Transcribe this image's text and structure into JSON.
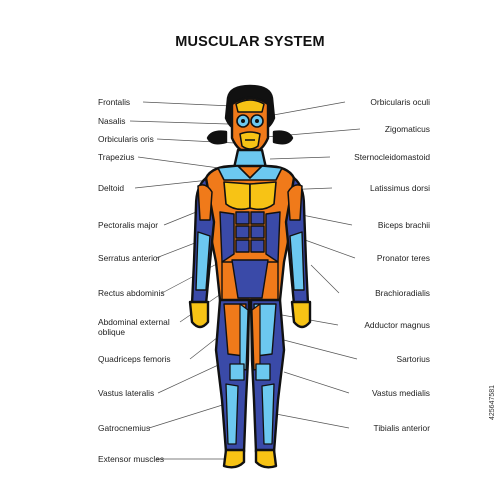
{
  "title": "MUSCULAR SYSTEM",
  "left_labels": [
    {
      "text": "Frontalis"
    },
    {
      "text": "Nasalis"
    },
    {
      "text": "Orbicularis oris"
    },
    {
      "text": "Trapezius"
    },
    {
      "text": "Deltoid"
    },
    {
      "text": "Pectoralis major"
    },
    {
      "text": "Serratus anterior"
    },
    {
      "text": "Rectus abdominis"
    },
    {
      "text": "Abdominal external oblique"
    },
    {
      "text": "Quadriceps femoris"
    },
    {
      "text": "Vastus lateralis"
    },
    {
      "text": "Gatrocnemius"
    },
    {
      "text": "Extensor muscles"
    }
  ],
  "right_labels": [
    {
      "text": "Orbicularis oculi"
    },
    {
      "text": "Zigomaticus"
    },
    {
      "text": "Sternocleidomastoid"
    },
    {
      "text": "Latissimus dorsi"
    },
    {
      "text": "Biceps brachii"
    },
    {
      "text": "Pronator teres"
    },
    {
      "text": "Brachioradialis"
    },
    {
      "text": "Adductor magnus"
    },
    {
      "text": "Sartorius"
    },
    {
      "text": "Vastus medialis"
    },
    {
      "text": "Tibialis anterior"
    }
  ],
  "stock_id": "425647581",
  "colors": {
    "orange": "#f07a1a",
    "yellow": "#f7c315",
    "blue": "#3a4aa8",
    "light_blue": "#6cc8f0",
    "black": "#111111",
    "line": "#555555"
  }
}
